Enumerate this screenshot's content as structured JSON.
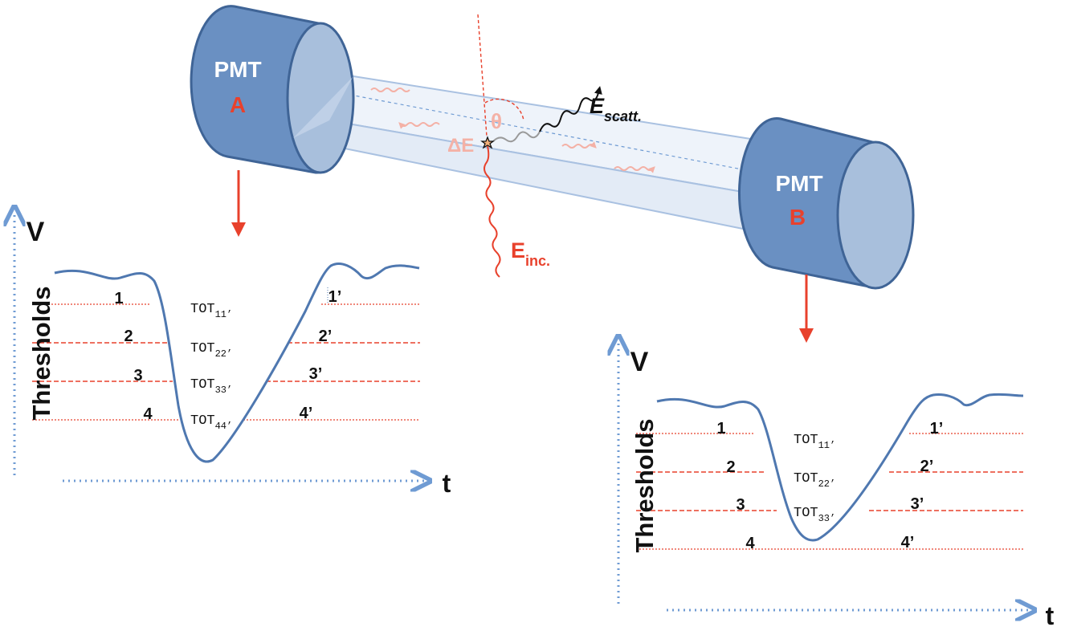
{
  "pmt_a": {
    "name": "PMT",
    "letter": "A"
  },
  "pmt_b": {
    "name": "PMT",
    "letter": "B"
  },
  "physics": {
    "e_scatt_main": "E",
    "e_scatt_sub": "scatt.",
    "e_inc_main": "E",
    "e_inc_sub": "inc.",
    "theta": "θ",
    "delta_e": "ΔE"
  },
  "panel_a": {
    "axis_v": "V",
    "axis_t": "t",
    "axis_thresholds": "Thresholds",
    "left_labels": [
      "1",
      "2",
      "3",
      "4"
    ],
    "right_labels": [
      "1’",
      "2’",
      "3’",
      "4’"
    ],
    "tot_main": "TOT",
    "tot_subs": [
      "11’",
      "22’",
      "33’",
      "44’"
    ]
  },
  "panel_b": {
    "axis_v": "V",
    "axis_t": "t",
    "axis_thresholds": "Thresholds",
    "left_labels": [
      "1",
      "2",
      "3",
      "4"
    ],
    "right_labels": [
      "1’",
      "2’",
      "3’",
      "4’"
    ],
    "tot_main": "TOT",
    "tot_subs": [
      "11’",
      "22’",
      "33’"
    ]
  },
  "colors": {
    "pmt_fill": "#6a90c2",
    "pmt_face": "#a8bfdc",
    "pmt_stroke": "#3f6496",
    "accent_red": "#e8412c",
    "axis_blue": "#6f9bd3",
    "pulse_blue": "#4f78b0",
    "threshold_red": "#e8412c"
  }
}
